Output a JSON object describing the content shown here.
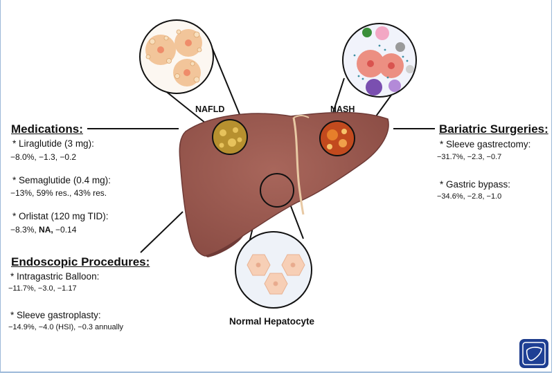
{
  "labels": {
    "nafld": "NAFLD",
    "nash": "NASH",
    "normal_hepatocyte": "Normal Hepatocyte"
  },
  "medications": {
    "heading": "Medications:",
    "items": [
      {
        "name": "Liraglutide (3 mg):",
        "stats": "−8.0%,  −1.3,  −0.2"
      },
      {
        "name": "Semaglutide (0.4 mg):",
        "stats": "−13%,  59% res.,  43% res."
      },
      {
        "name": "Orlistat (120 mg TID):",
        "stats_pre": "−8.3%, ",
        "stats_bold": "NA,",
        "stats_post": " −0.14"
      }
    ]
  },
  "endoscopic": {
    "heading": "Endoscopic Procedures:",
    "items": [
      {
        "name": "Intragastric Balloon:",
        "stats": "−11.7%,  −3.0,  −1.17"
      },
      {
        "name": "Sleeve gastroplasty:",
        "stats": "−14.9%,  −4.0 (HSI),  −0.3 annually"
      }
    ]
  },
  "bariatric": {
    "heading": "Bariatric Surgeries:",
    "items": [
      {
        "name": "Sleeve gastrectomy:",
        "stats": "−31.7%,  −2.3,  −0.7"
      },
      {
        "name": "Gastric bypass:",
        "stats": "−34.6%,  −2.8,  −1.0"
      }
    ]
  },
  "colors": {
    "liver": "#96574e",
    "liver_dark": "#6e3a36",
    "frame": "#9bb8d8",
    "logo": "#1e3f94",
    "nafld_cell": "#f2c59a",
    "nash_cell": "#ec8f82",
    "normal_cell": "#f7cfb6"
  },
  "icons": [
    "liver-icon",
    "fat-droplet-icon",
    "immune-cell-icon",
    "hepatocyte-icon"
  ]
}
